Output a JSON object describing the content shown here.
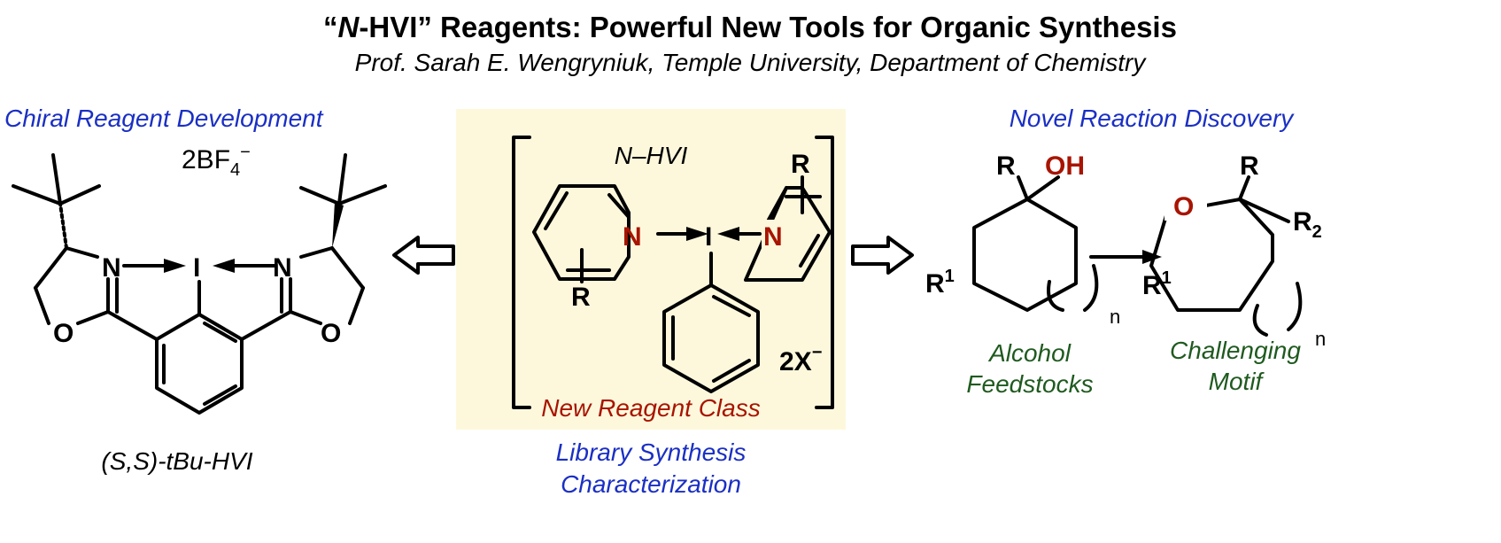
{
  "title": "“N-HVI” Reagents: Powerful New Tools for Organic Synthesis",
  "title_parts": {
    "q1": "“",
    "n": "N",
    "rest": "-HVI” Reagents: Powerful New Tools for Organic Synthesis"
  },
  "subtitle": "Prof. Sarah E. Wengryniuk, Temple University, Department of Chemistry",
  "left": {
    "heading": "Chiral Reagent Development",
    "counterion": "2BF",
    "counterion_sub": "4",
    "counterion_sup": "−",
    "name": "(S,S)-tBu-HVI",
    "atoms": {
      "N": "N",
      "I": "I",
      "O": "O"
    }
  },
  "center": {
    "label": "N–HVI",
    "counterion": "2X",
    "counterion_sup": "−",
    "class_label": "New Reagent Class",
    "caption_line1": "Library Synthesis",
    "caption_line2": "Characterization",
    "atoms": {
      "N": "N",
      "I": "I",
      "R": "R"
    }
  },
  "right": {
    "heading": "Novel Reaction Discovery",
    "oh": "OH",
    "r": "R",
    "r1": "R",
    "r1_sup": "1",
    "r2": "R",
    "r2_sub": "2",
    "o": "O",
    "n": "n",
    "left_caption_1": "Alcohol",
    "left_caption_2": "Feedstocks",
    "right_caption_1": "Challenging",
    "right_caption_2": "Motif"
  },
  "colors": {
    "blue": "#1a2fc4",
    "red": "#a81400",
    "green": "#1f5a1f",
    "box": "#fdf8dc"
  }
}
